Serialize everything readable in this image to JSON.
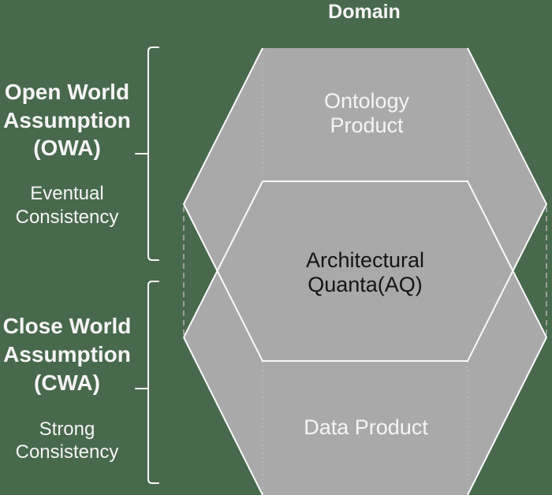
{
  "colors": {
    "background": "#48694c",
    "hexagon_fill": "#a9a9a9",
    "line_white": "#fafafa",
    "connector_dash_gray": "#9e9e9e",
    "hidden_edge_dot_gray": "#c6c6c6",
    "text_light": "#f5f5f5",
    "text_dark": "#141414"
  },
  "title": "Domain",
  "left_labels": {
    "owa": {
      "heading_line1": "Open World",
      "heading_line2": "Assumption",
      "heading_line3": "(OWA)",
      "consistency_line1": "Eventual",
      "consistency_line2": "Consistency"
    },
    "cwa": {
      "heading_line1": "Close World",
      "heading_line2": "Assumption",
      "heading_line3": "(CWA)",
      "consistency_line1": "Strong",
      "consistency_line2": "Consistency"
    }
  },
  "diagram": {
    "ontology_product": {
      "line1": "Ontology",
      "line2": "Product"
    },
    "architectural_quanta": {
      "line1": "Architectural",
      "line2": "Quanta(AQ)"
    },
    "data_product": {
      "label": "Data Product"
    }
  }
}
